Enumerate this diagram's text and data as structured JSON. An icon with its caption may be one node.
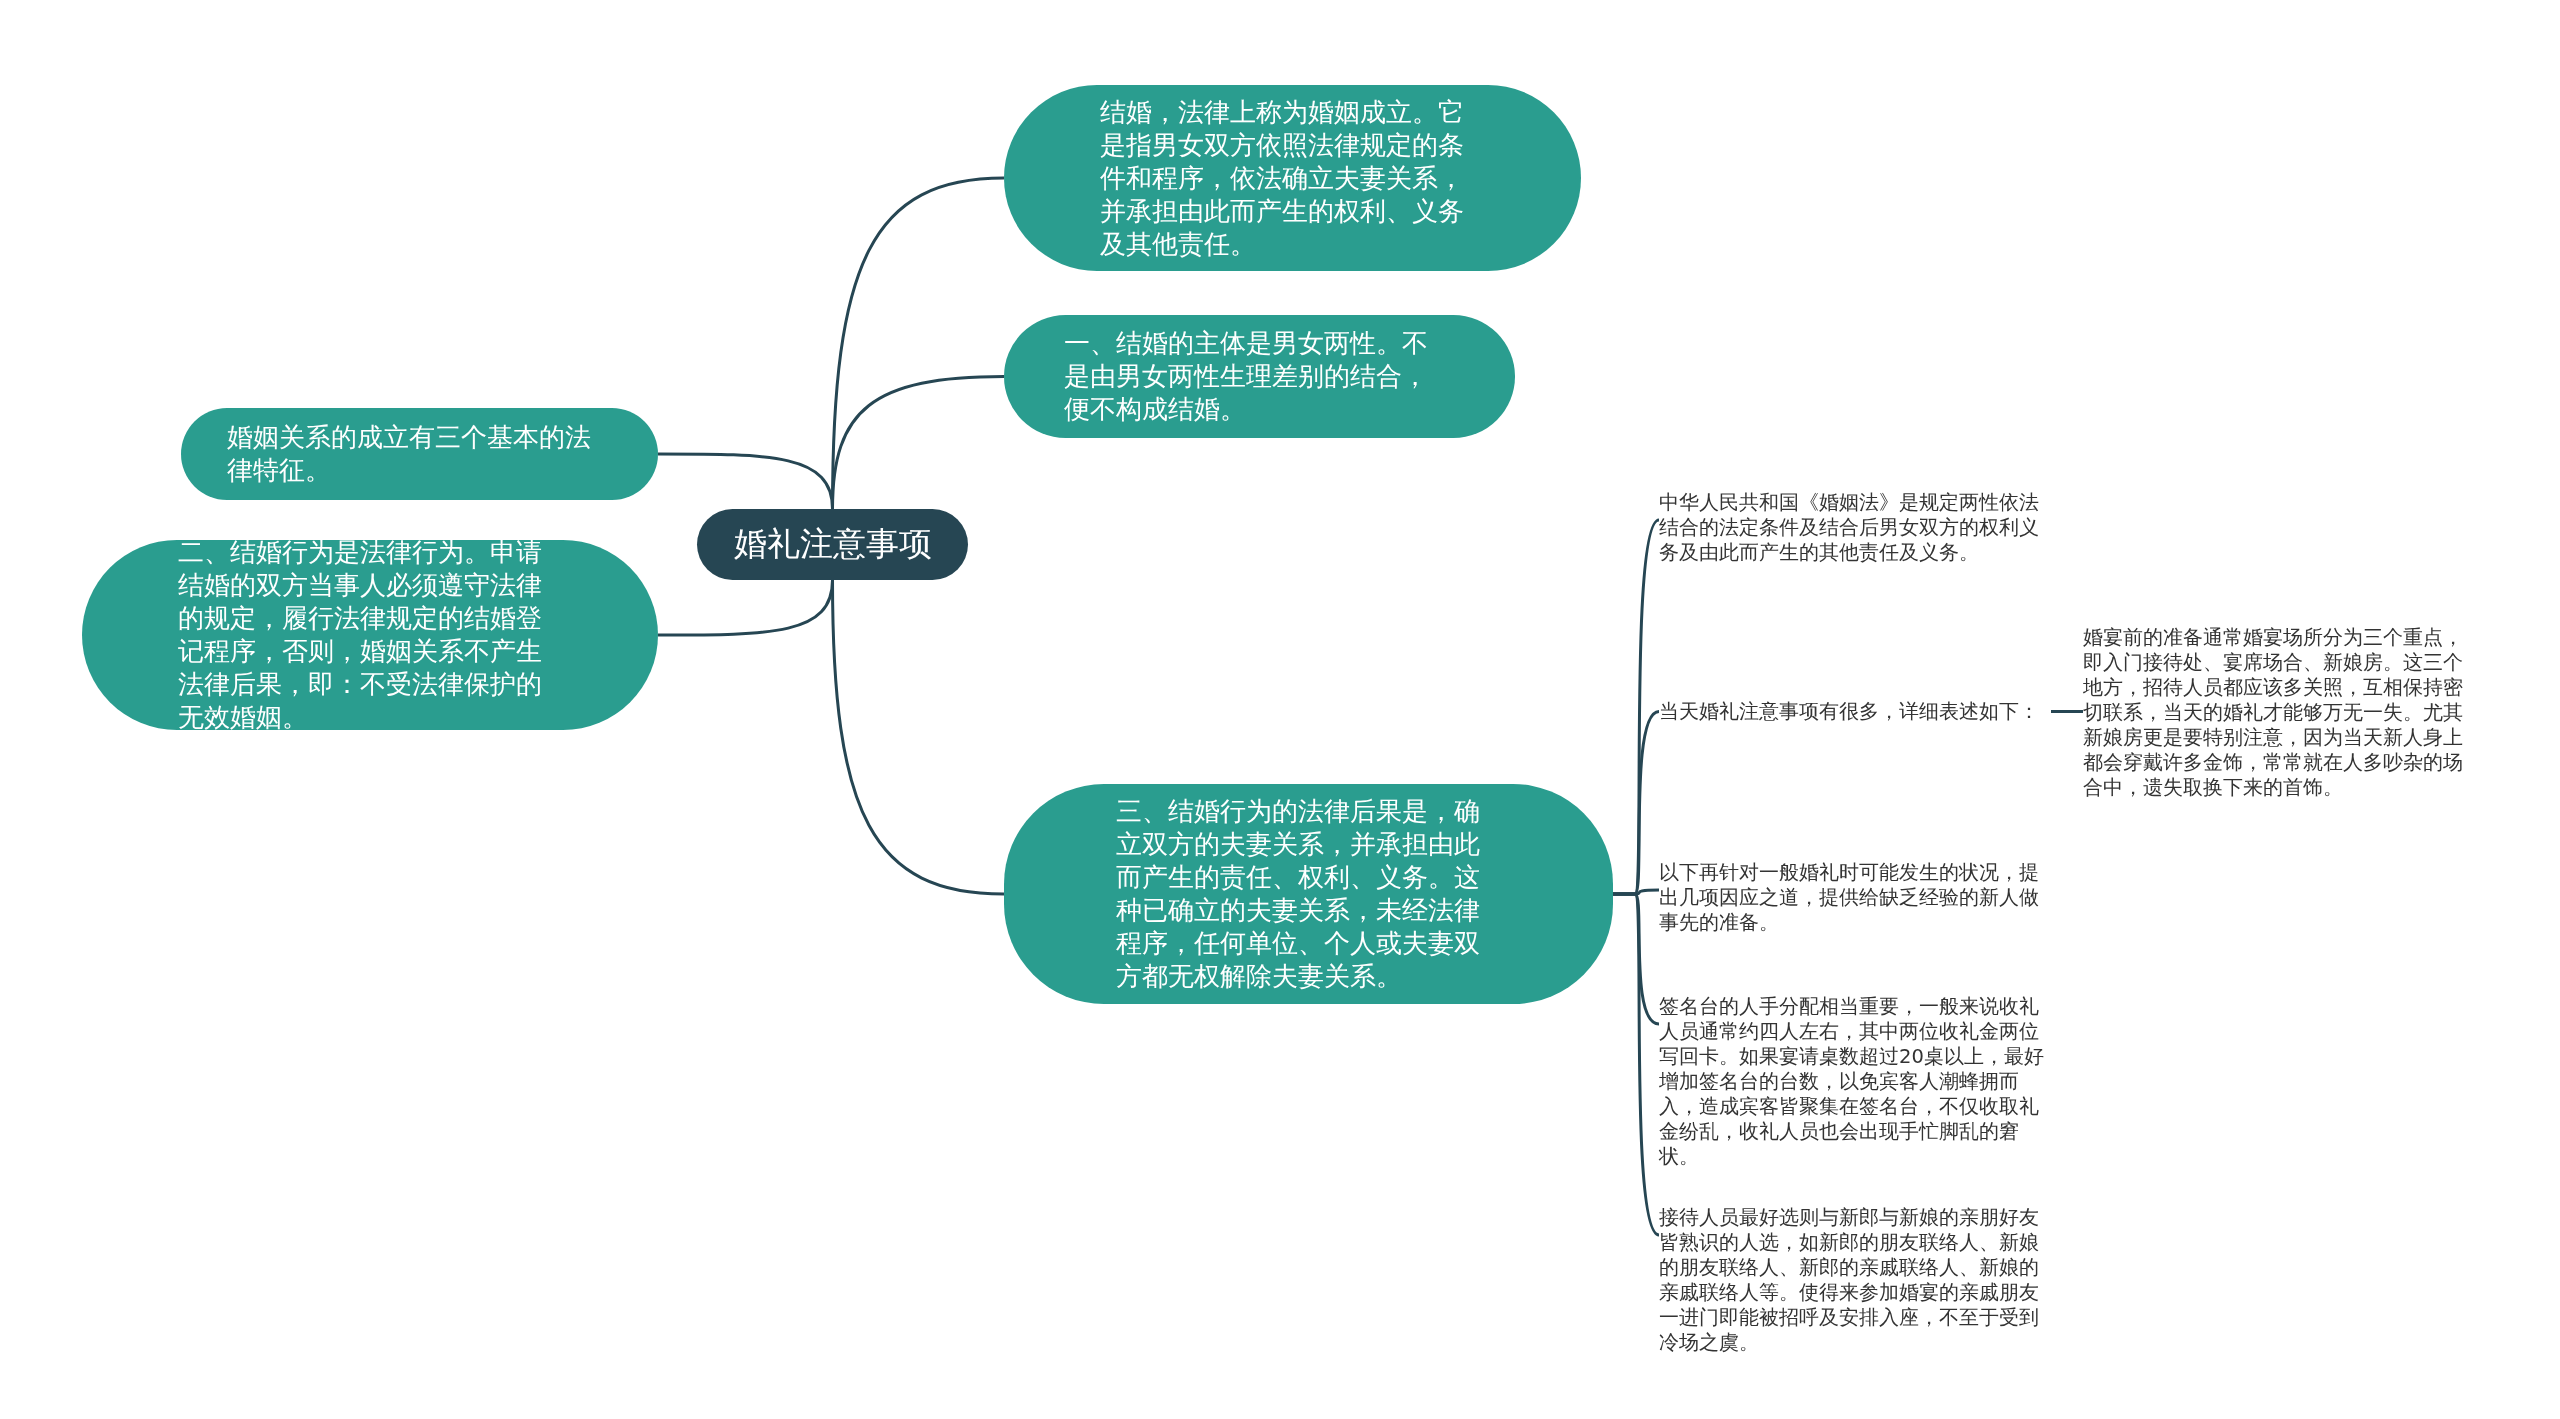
{
  "diagram": {
    "nodes": [
      {
        "text": [
          "婚礼注意事项"
        ]
      },
      {
        "text": [
          "结婚，法律上称为婚姻成立。它是指男女双方依照法律规定的条件和程序，依法确立夫妻关系，并承担由此而产生的权利、义务及其他责任。"
        ]
      },
      {
        "text": [
          "一、结婚的主体是男女两性。不是由男女两性生理差别的结合，便不构成结婚。"
        ]
      },
      {
        "text": [
          "婚姻关系的成立有三个基本的法律特征。"
        ]
      },
      {
        "text": [
          "二、结婚行为是法律行为。申请结婚的双方当事人必须遵守法律的规定，履行法律规定的结婚登记程序，否则，婚姻关系不产生法律后果，即：不受法律保护的无效婚姻。"
        ]
      },
      {
        "text": [
          "三、结婚行为的法律后果是，确立双方的夫妻关系，并承担由此而产生的责任、权利、义务。这种已确立的夫妻关系，未经法律程序，任何单位、个人或夫妻双方都无权解除夫妻关系。"
        ]
      },
      {
        "text": [
          "中华人民共和国《婚姻法》是规定两性依法结合的法定条件及结合后男女双方的权利义务及由此而产生的其他责任及义务。"
        ]
      },
      {
        "text": [
          "当天婚礼注意事项有很多，详细表述如下："
        ]
      },
      {
        "text": [
          "婚宴前的准备通常婚宴场所分为三个重点，即入门接待处、宴席场合、新娘房。这三个地方，招待人员都应该多关照，互相保持密切联系，当天的婚礼才能够万无一失。尤其新娘房更是要特别注意，因为当天新人身上都会穿戴许多金饰，常常就在人多吵杂的场合中，遗失取换下来的首饰。"
        ]
      },
      {
        "text": [
          "以下再针对一般婚礼时可能发生的状况，提出几项因应之道，提供给缺乏经验的新人做事先的准备。"
        ]
      },
      {
        "text": [
          "签名台的人手分配相当重要，一般来说收礼人员通常约四人左右，其中两位收礼金两位写回卡。如果宴请桌数超过20桌以上，最好增加签名台的台数，以免宾客人潮蜂拥而入，造成宾客皆聚集在签名台，不仅收取礼金纷乱，收礼人员也会出现手忙脚乱的窘状。"
        ]
      },
      {
        "text": [
          "接待人员最好选则与新郎与新娘的亲朋好友皆熟识的人选，如新郎的朋友联络人、新娘的朋友联络人、新郎的亲戚联络人、新娘的亲戚联络人等。使得来参加婚宴的亲戚朋友一进门即能被招呼及安排入座，不至于受到冷场之虞。"
        ]
      }
    ],
    "edges": [
      {
        "from": 0,
        "to": 1,
        "arrow": "none"
      },
      {
        "from": 0,
        "to": 2,
        "arrow": "none"
      },
      {
        "from": 0,
        "to": 3,
        "arrow": "none"
      },
      {
        "from": 0,
        "to": 4,
        "arrow": "none"
      },
      {
        "from": 0,
        "to": 5,
        "arrow": "none"
      },
      {
        "from": 5,
        "to": 6,
        "arrow": "none"
      },
      {
        "from": 5,
        "to": 7,
        "arrow": "none"
      },
      {
        "from": 5,
        "to": 9,
        "arrow": "none"
      },
      {
        "from": 5,
        "to": 10,
        "arrow": "none"
      },
      {
        "from": 5,
        "to": 11,
        "arrow": "none"
      },
      {
        "from": 7,
        "to": 8,
        "arrow": "none"
      }
    ]
  }
}
